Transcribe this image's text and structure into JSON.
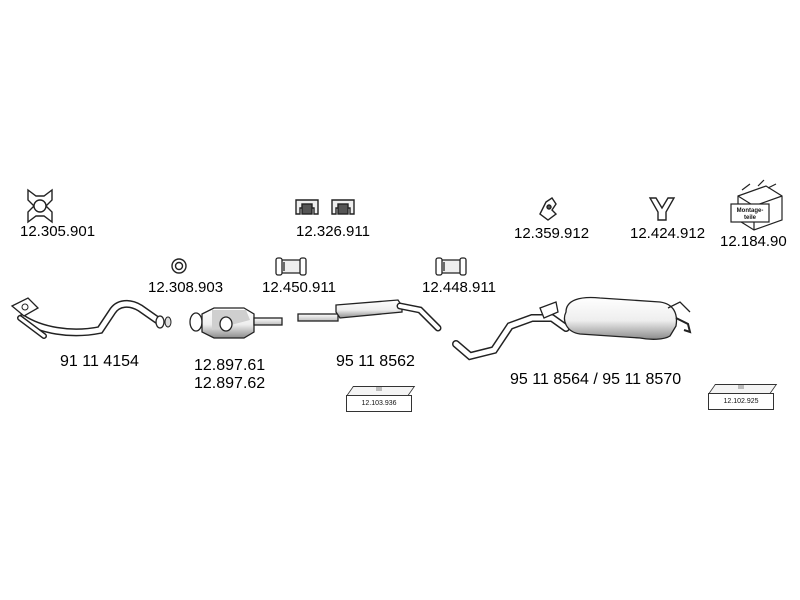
{
  "parts": {
    "gasket_square": "12.305.901",
    "hanger_pair": "12.326.911",
    "hook_hanger": "12.359.912",
    "v_hanger": "12.424.912",
    "mounting_kit": "12.184.90",
    "ring_seal": "12.308.903",
    "clamp_front": "12.450.911",
    "clamp_rear": "12.448.911",
    "front_pipe": "91 11 4154",
    "catalyst_1": "12.897.61",
    "catalyst_2": "12.897.62",
    "middle_silencer": "95 11 8562",
    "rear_silencer": "95 11 8564 / 95 11 8570",
    "box_mid": "12.103.936",
    "box_rear": "12.102.925"
  },
  "icons": {
    "mounting_kit_text_1": "Montage-",
    "mounting_kit_text_2": "teile"
  },
  "colors": {
    "line": "#222222",
    "shade": "#9a9a9a",
    "fill_light": "#f2f2f2"
  }
}
